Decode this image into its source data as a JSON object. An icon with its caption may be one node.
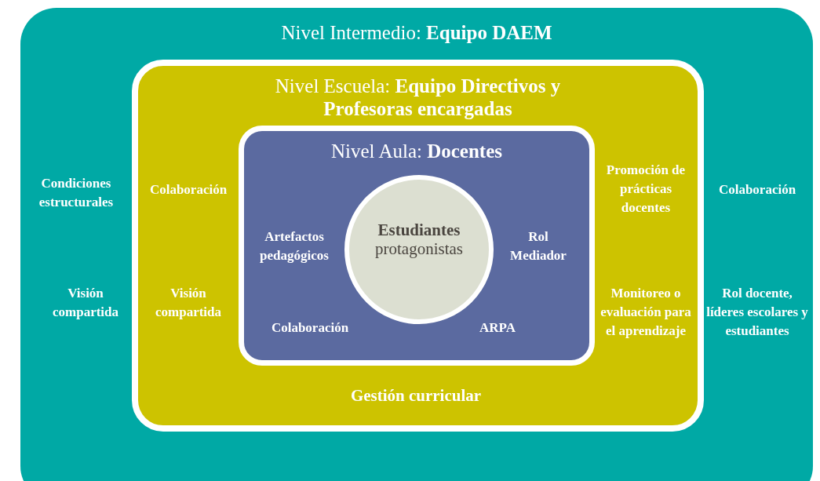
{
  "diagram": {
    "nodes": [
      {
        "text": [
          "Nivel Intermedio: **Equipo DAEM**"
        ]
      },
      {
        "text": [
          "Nivel Escuela: **Equipo Directivos y Profesoras encargadas**"
        ],
        "in": 0
      },
      {
        "text": [
          "Nivel Aula: **Docentes**"
        ],
        "in": 1
      },
      {
        "text": [
          "**Estudiantes** protagonistas"
        ],
        "in": 2
      }
    ],
    "labels": [
      "Condiciones estructurales",
      "Colaboración",
      "Promoción de prácticas docentes",
      "Colaboración",
      "Artefactos pedagógicos",
      "Rol Mediador",
      "Visión compartida",
      "Visión compartida",
      "Monitoreo o evaluación para el aprendizaje",
      "Rol docente, líderes escolares y estudiantes",
      "Colaboración",
      "ARPA",
      "Gestión curricular"
    ]
  }
}
